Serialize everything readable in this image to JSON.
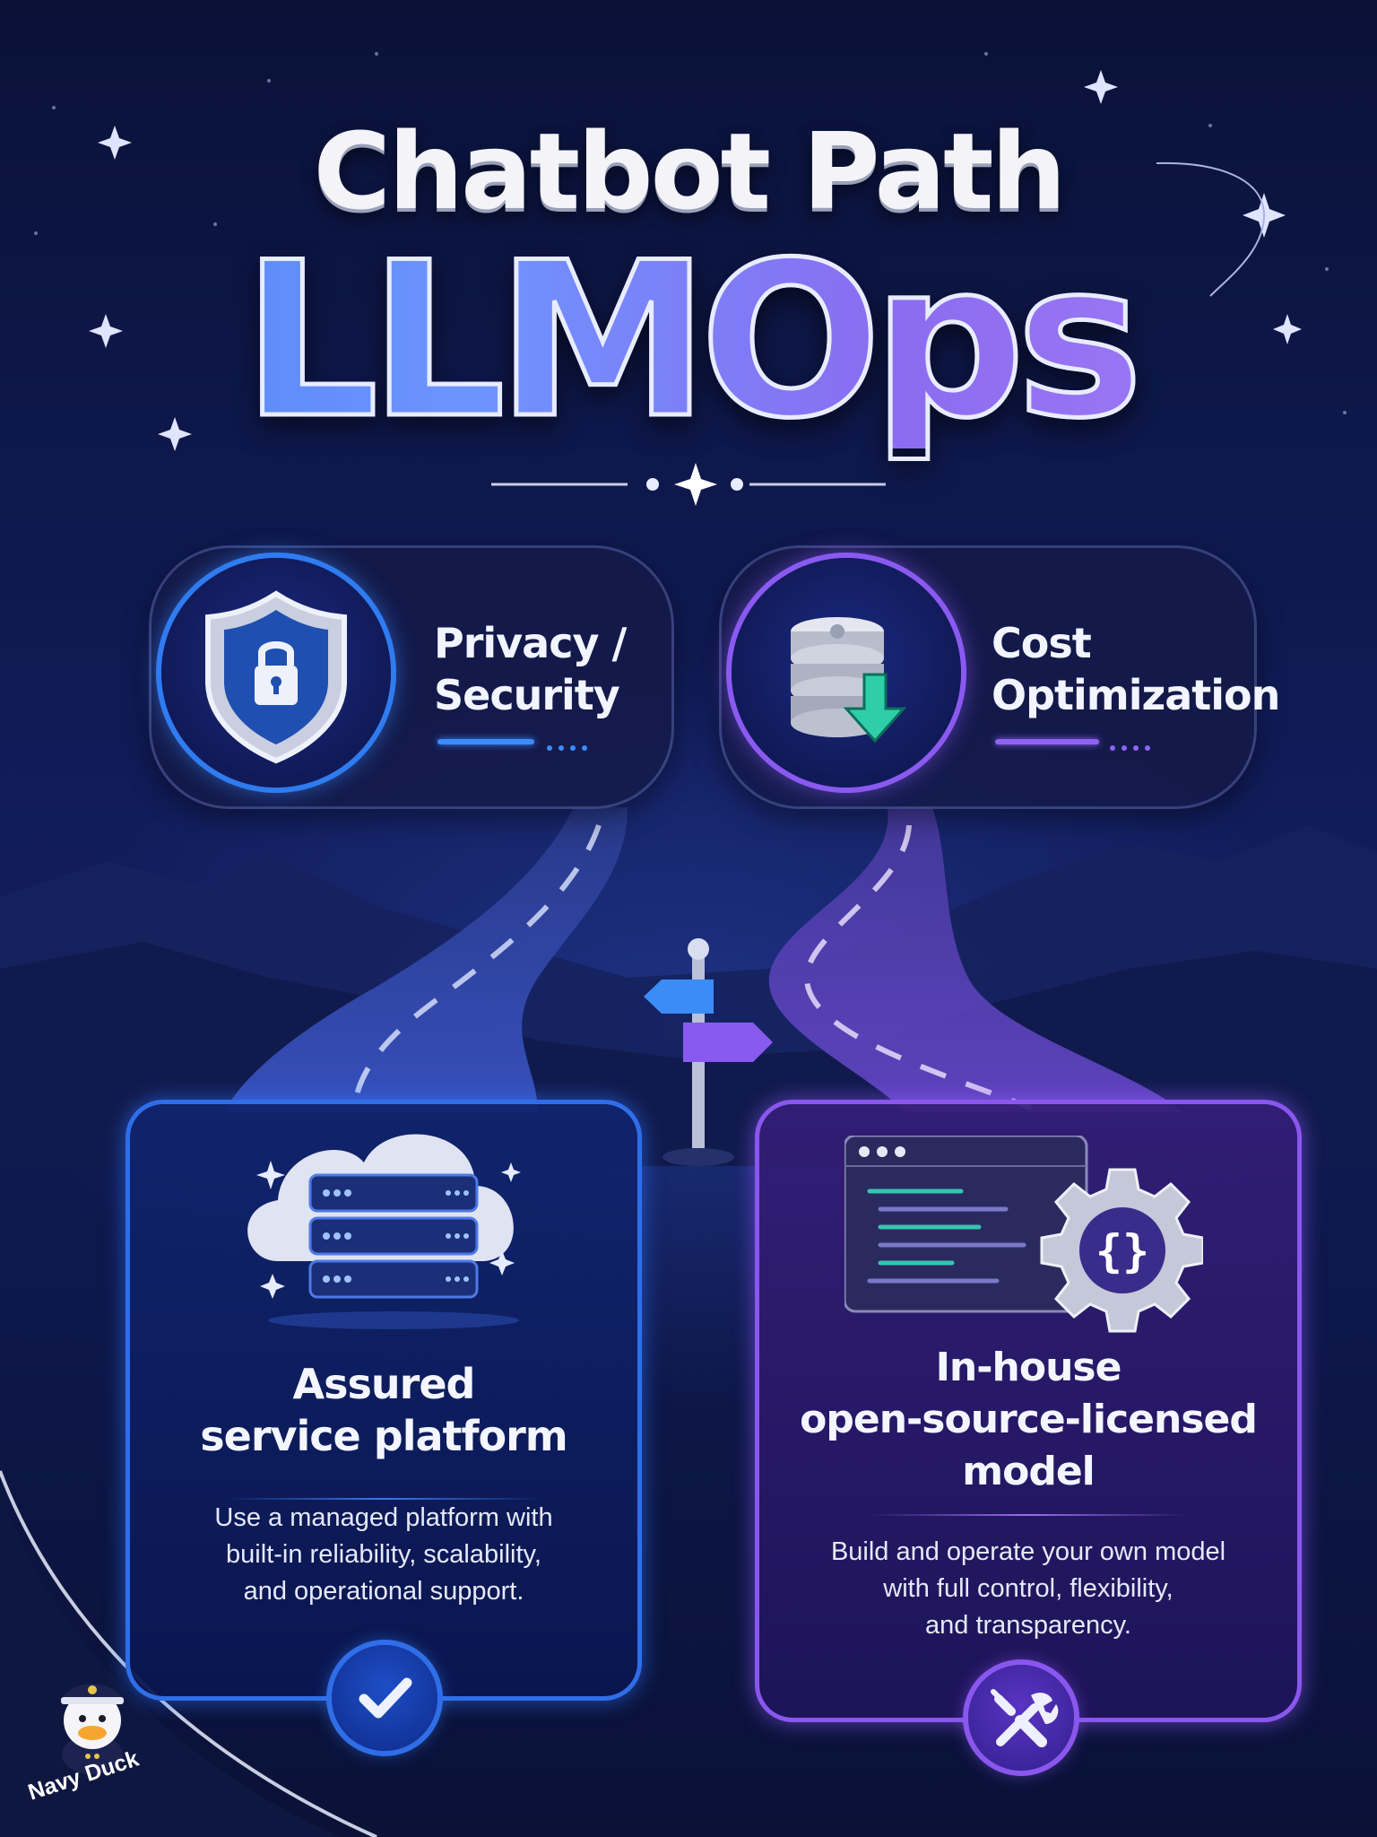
{
  "title": {
    "line1": "Chatbot Path",
    "line2": "LLMOps"
  },
  "top_options": [
    {
      "label_line1": "Privacy /",
      "label_line2": "Security",
      "icon": "shield-lock-icon",
      "accent": "#2f7bf0"
    },
    {
      "label_line1": "Cost",
      "label_line2": "Optimization",
      "icon": "database-down-arrow-icon",
      "accent": "#8a5af0"
    }
  ],
  "bottom_options": [
    {
      "heading_line1": "Assured",
      "heading_line2": "service platform",
      "desc_line1": "Use a managed platform with",
      "desc_line2": "built-in reliability, scalability,",
      "desc_line3": "and operational support.",
      "illustration": "cloud-server-icon",
      "badge": "checkmark-icon",
      "accent": "#2f6ee8"
    },
    {
      "heading_line1": "In-house",
      "heading_line2": "open-source-licensed",
      "heading_line3": "model",
      "desc_line1": "Build and operate your own model",
      "desc_line2": "with full control, flexibility,",
      "desc_line3": "and transparency.",
      "illustration": "code-window-gear-icon",
      "badge": "tools-icon",
      "accent": "#8a57ee"
    }
  ],
  "mascot": {
    "name": "Navy Duck",
    "icon": "duck-captain-icon"
  },
  "colors": {
    "background": "#0b1440",
    "blue_accent": "#3b8cff",
    "purple_accent": "#8f62f5"
  }
}
